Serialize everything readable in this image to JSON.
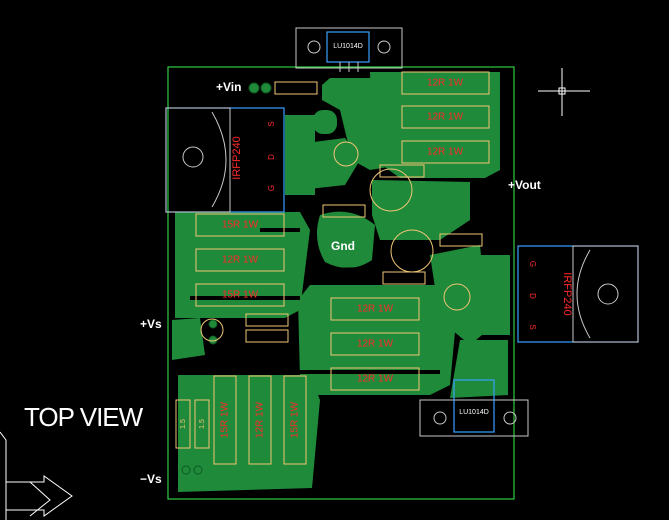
{
  "title": "TOP VIEW",
  "net_labels": {
    "vin": "+Vin",
    "vout": "+Vout",
    "gnd": "Gnd",
    "vs_pos": "+Vs",
    "vs_neg": "−Vs"
  },
  "transistors": [
    {
      "part": "IRFP240",
      "pins": [
        "S",
        "D",
        "G"
      ]
    },
    {
      "part": "IRFP240",
      "pins": [
        "G",
        "D",
        "S"
      ]
    }
  ],
  "regulators": [
    "LU1014D",
    "LU1014D"
  ],
  "resistors": {
    "top_right": [
      "12R 1W",
      "12R 1W",
      "12R 1W"
    ],
    "left": [
      "15R 1W",
      "12R 1W",
      "15R 1W"
    ],
    "middle": [
      "12R 1W",
      "12R 1W",
      "12R 1W"
    ],
    "bottom_vertical": [
      "15R 1W",
      "12R 1W",
      "15R 1W"
    ],
    "bottom_small": [
      "1.5",
      "1.5"
    ]
  },
  "colors": {
    "background": "#000000",
    "board_outline": "#2ecc40",
    "copper": "#1f8a3a",
    "silkscreen": "#f0c674",
    "part_label": "#ff2a2a",
    "heatsink_outline": "#3aa0ff",
    "text": "#ffffff"
  }
}
